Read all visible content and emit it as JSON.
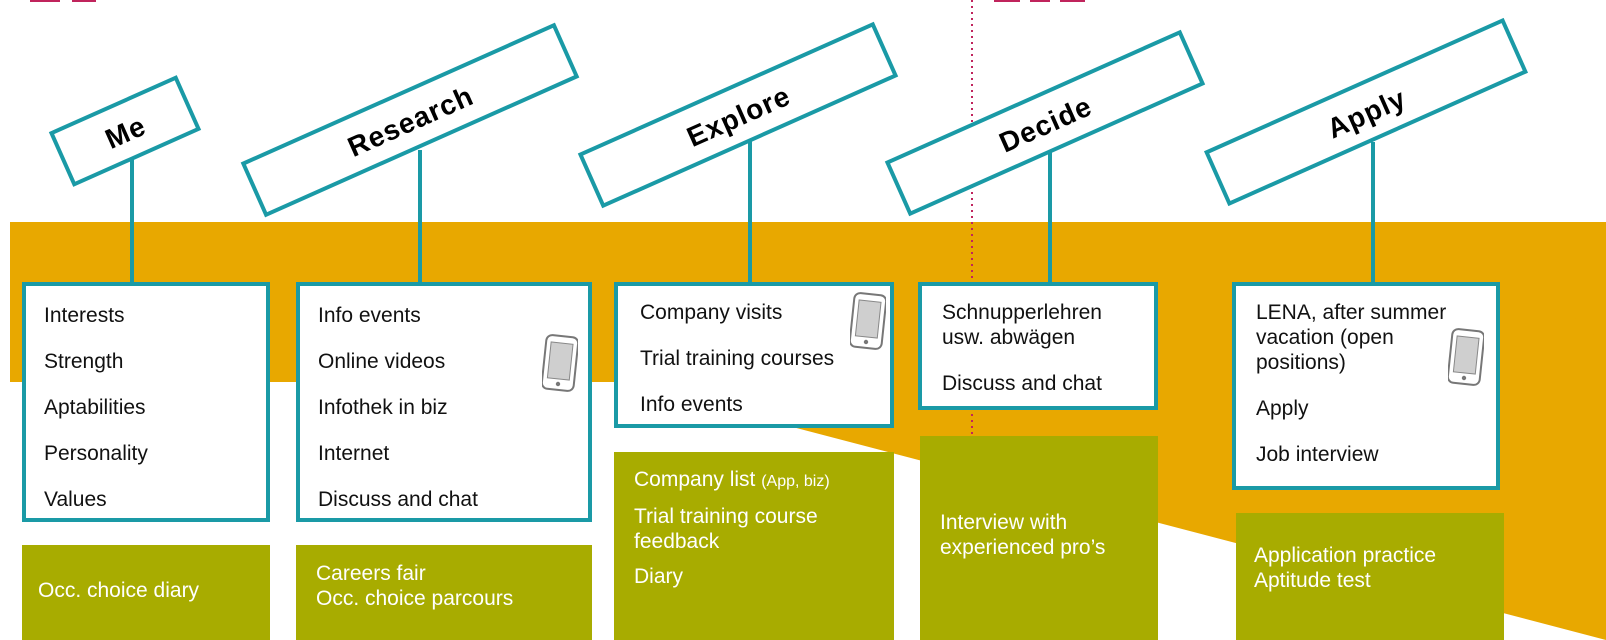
{
  "colors": {
    "arrow": "#e8a800",
    "teal": "#1a9aa6",
    "olive": "#a8ac00",
    "divider": "#c0245c",
    "header_fragment": "#c0245c"
  },
  "stages": [
    {
      "label": "Me",
      "items": [
        "Interests",
        "Strength",
        "Aptabilities",
        "Personality",
        "Values"
      ],
      "has_phone": false,
      "tools": [
        "Occ. choice diary"
      ]
    },
    {
      "label": "Research",
      "items": [
        "Info events",
        "Online videos",
        "Infothek in biz",
        "Internet",
        "Discuss and chat"
      ],
      "has_phone": true,
      "tools": [
        "Careers fair",
        "Occ. choice parcours"
      ]
    },
    {
      "label": "Explore",
      "items": [
        "Company visits",
        "Trial training courses",
        "Info events"
      ],
      "has_phone": true,
      "tools_main": "Company list ",
      "tools_small": "(App, biz)",
      "tools": [
        "Trial training course",
        "feedback",
        "Diary"
      ]
    },
    {
      "label": "Decide",
      "items": [
        "Schnupperlehren",
        "usw. abwägen",
        "Discuss and chat"
      ],
      "has_phone": false,
      "tools": [
        "Interview with",
        "experienced pro’s"
      ]
    },
    {
      "label": "Apply",
      "items": [
        "LENA, after summer",
        "vacation (open",
        "positions)",
        "Apply",
        "Job interview"
      ],
      "has_phone": true,
      "tools": [
        "Application practice",
        "Aptitude test"
      ]
    }
  ]
}
